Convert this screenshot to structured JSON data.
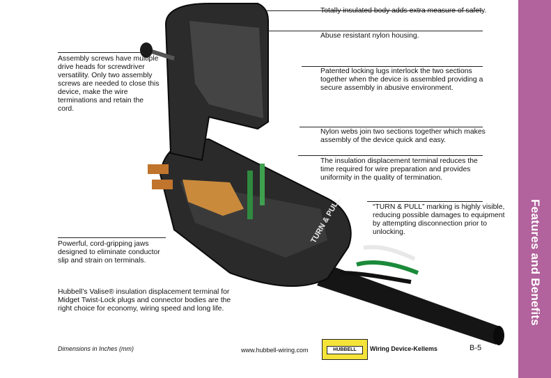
{
  "sidebar": {
    "title": "Features and Benefits",
    "color": "#b2629c"
  },
  "callouts": [
    "Totally insulated body adds extra measure of safety.",
    "Abuse resistant nylon housing.",
    "Patented locking lugs interlock the two sections together when the device is assembled providing a secure assembly in abusive environment.",
    "Nylon webs join two sections together which makes assembly of the device quick and easy.",
    "The insulation displacement terminal reduces the time required for wire preparation and provides uniformity in the quality of termination.",
    "“TURN & PULL” marking is highly visible, reducing possible damages to equipment by attempting disconnection prior to unlocking.",
    "Assembly screws have multiple drive heads for screwdriver versatility. Only two assembly screws are needed to close this device, make the wire terminations and retain the cord.",
    "Powerful, cord-gripping jaws designed to eliminate conductor slip and strain on terminals.",
    "Hubbell’s Valise® insulation displacement terminal for Midget Twist-Lock plugs and connector bodies are the right choice for economy, wiring speed and long life."
  ],
  "device_marking": "TURN & PULL",
  "footer": {
    "dimensions": "Dimensions in Inches (mm)",
    "url": "www.hubbell-wiring.com",
    "logo_text": "HUBBELL",
    "brand": "Wiring Device-Kellems",
    "page_number": "B-5"
  }
}
